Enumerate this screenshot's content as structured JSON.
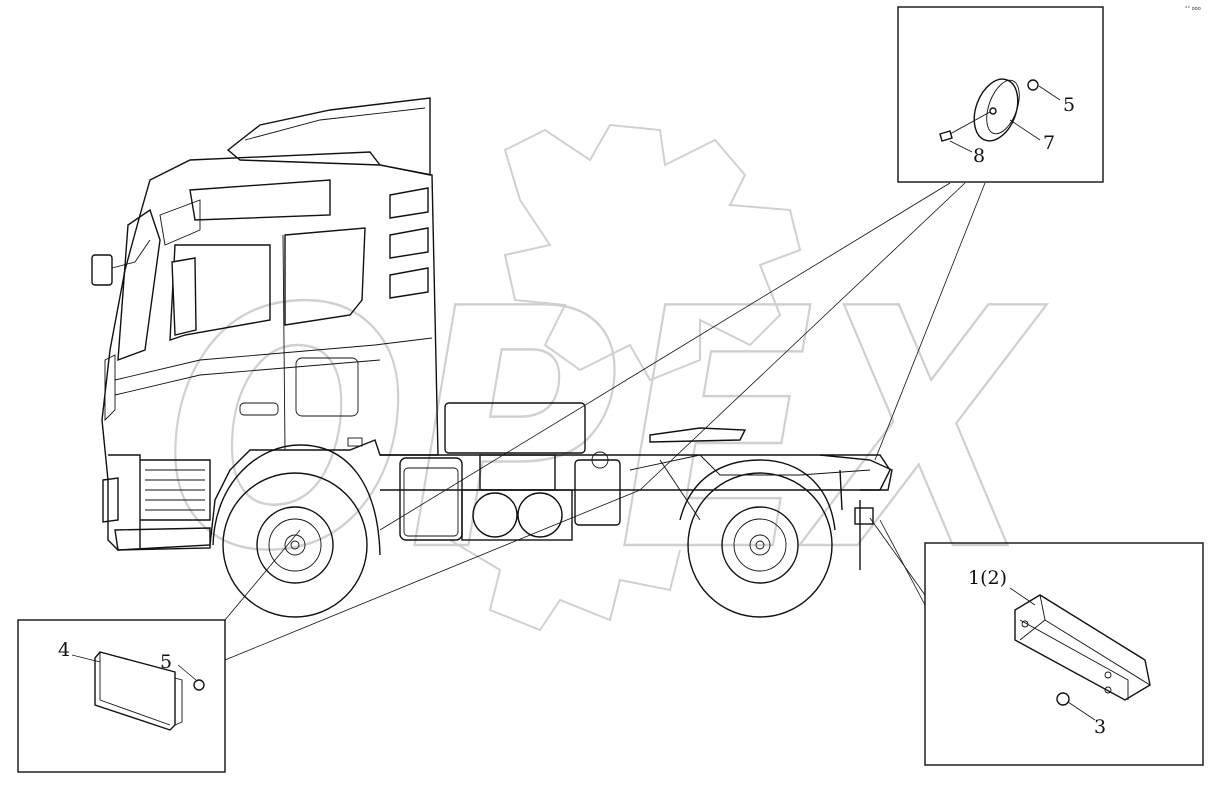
{
  "diagram": {
    "watermark": "OPEX",
    "corner_code": "°° ooo",
    "callouts": {
      "top_right": [
        "5",
        "7",
        "8"
      ],
      "bottom_left": [
        "4",
        "5"
      ],
      "bottom_right": [
        "1(2)",
        "3"
      ]
    }
  }
}
